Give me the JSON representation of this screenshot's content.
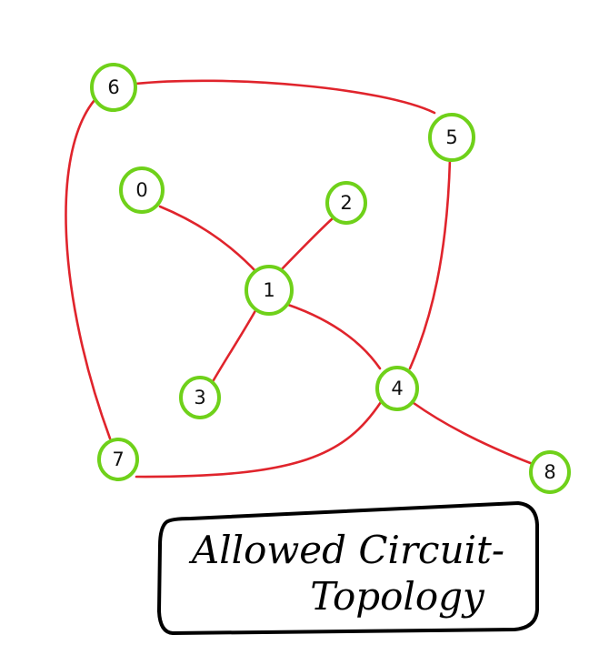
{
  "diagram": {
    "nodes": [
      {
        "id": "0",
        "label": "0"
      },
      {
        "id": "1",
        "label": "1"
      },
      {
        "id": "2",
        "label": "2"
      },
      {
        "id": "3",
        "label": "3"
      },
      {
        "id": "4",
        "label": "4"
      },
      {
        "id": "5",
        "label": "5"
      },
      {
        "id": "6",
        "label": "6"
      },
      {
        "id": "7",
        "label": "7"
      },
      {
        "id": "8",
        "label": "8"
      }
    ],
    "edges": [
      {
        "from": "0",
        "to": "1"
      },
      {
        "from": "1",
        "to": "2"
      },
      {
        "from": "1",
        "to": "3"
      },
      {
        "from": "1",
        "to": "4"
      },
      {
        "from": "4",
        "to": "5"
      },
      {
        "from": "4",
        "to": "8"
      },
      {
        "from": "4",
        "to": "7"
      },
      {
        "from": "6",
        "to": "5"
      },
      {
        "from": "6",
        "to": "7"
      }
    ],
    "caption": {
      "line1": "Allowed Circuit-",
      "line2": "Topology"
    },
    "colors": {
      "edge": "#e0242c",
      "node_border": "#6fd11a",
      "text": "#000000"
    }
  }
}
